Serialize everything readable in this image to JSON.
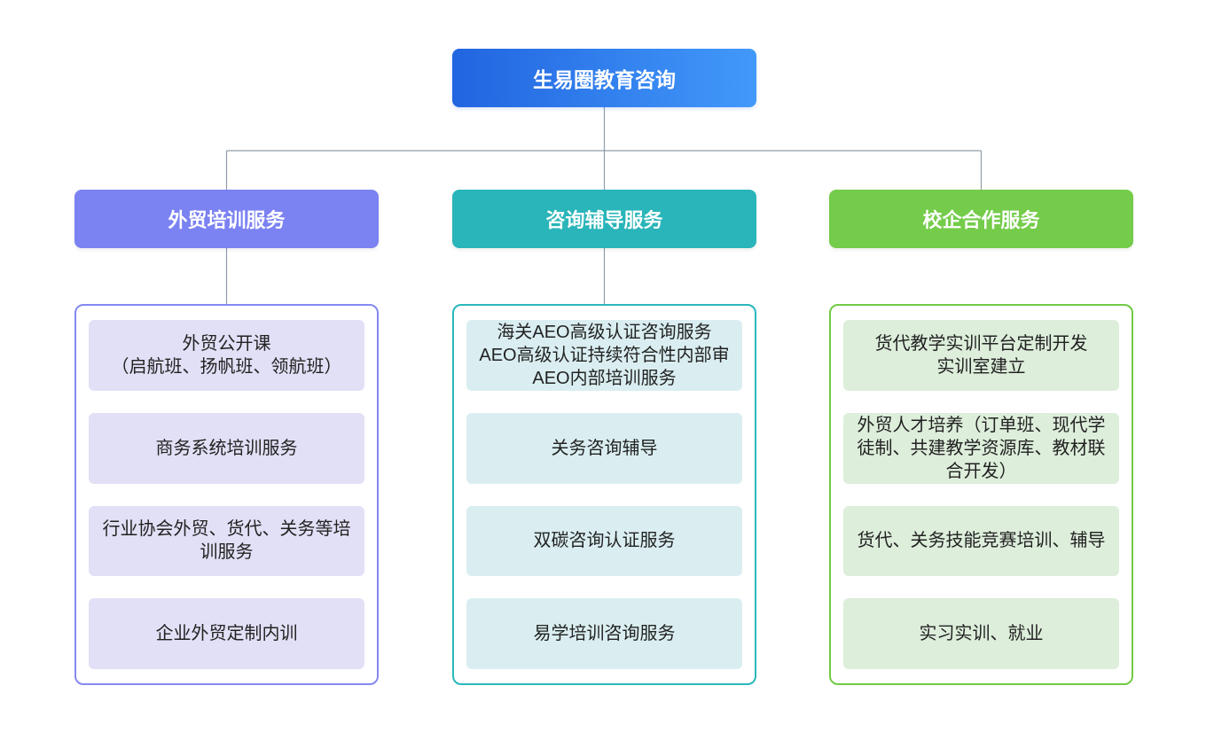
{
  "root": {
    "label": "生易圈教育咨询",
    "gradient_from": "#2165e0",
    "gradient_to": "#4299fa",
    "text_color": "#ffffff"
  },
  "connector_color": "#8f9daa",
  "branches": [
    {
      "id": "waimao-peixun",
      "label": "外贸培训服务",
      "header_color": "#7b82f2",
      "border_color": "#8489f1",
      "item_bg": "#e2e0f6",
      "header_to_box_connector": true,
      "items": [
        "外贸公开课\n（启航班、扬帆班、领航班）",
        "商务系统培训服务",
        "行业协会外贸、货代、关务等培训服务",
        "企业外贸定制内训"
      ]
    },
    {
      "id": "zixun-fudao",
      "label": "咨询辅导服务",
      "header_color": "#29b5b9",
      "border_color": "#2ab8bc",
      "item_bg": "#daeef1",
      "header_to_box_connector": true,
      "items": [
        "海关AEO高级认证咨询服务\nAEO高级认证持续符合性内部审\nAEO内部培训服务",
        "关务咨询辅导",
        "双碳咨询认证服务",
        "易学培训咨询服务"
      ]
    },
    {
      "id": "xiaoqi-hezuo",
      "label": "校企合作服务",
      "header_color": "#74cc4a",
      "border_color": "#72ca45",
      "item_bg": "#ddeedb",
      "header_to_box_connector": false,
      "items": [
        "货代教学实训平台定制开发\n实训室建立",
        "外贸人才培养（订单班、现代学徒制、共建教学资源库、教材联合开发）",
        "货代、关务技能竞赛培训、辅导",
        "实习实训、就业"
      ]
    }
  ]
}
